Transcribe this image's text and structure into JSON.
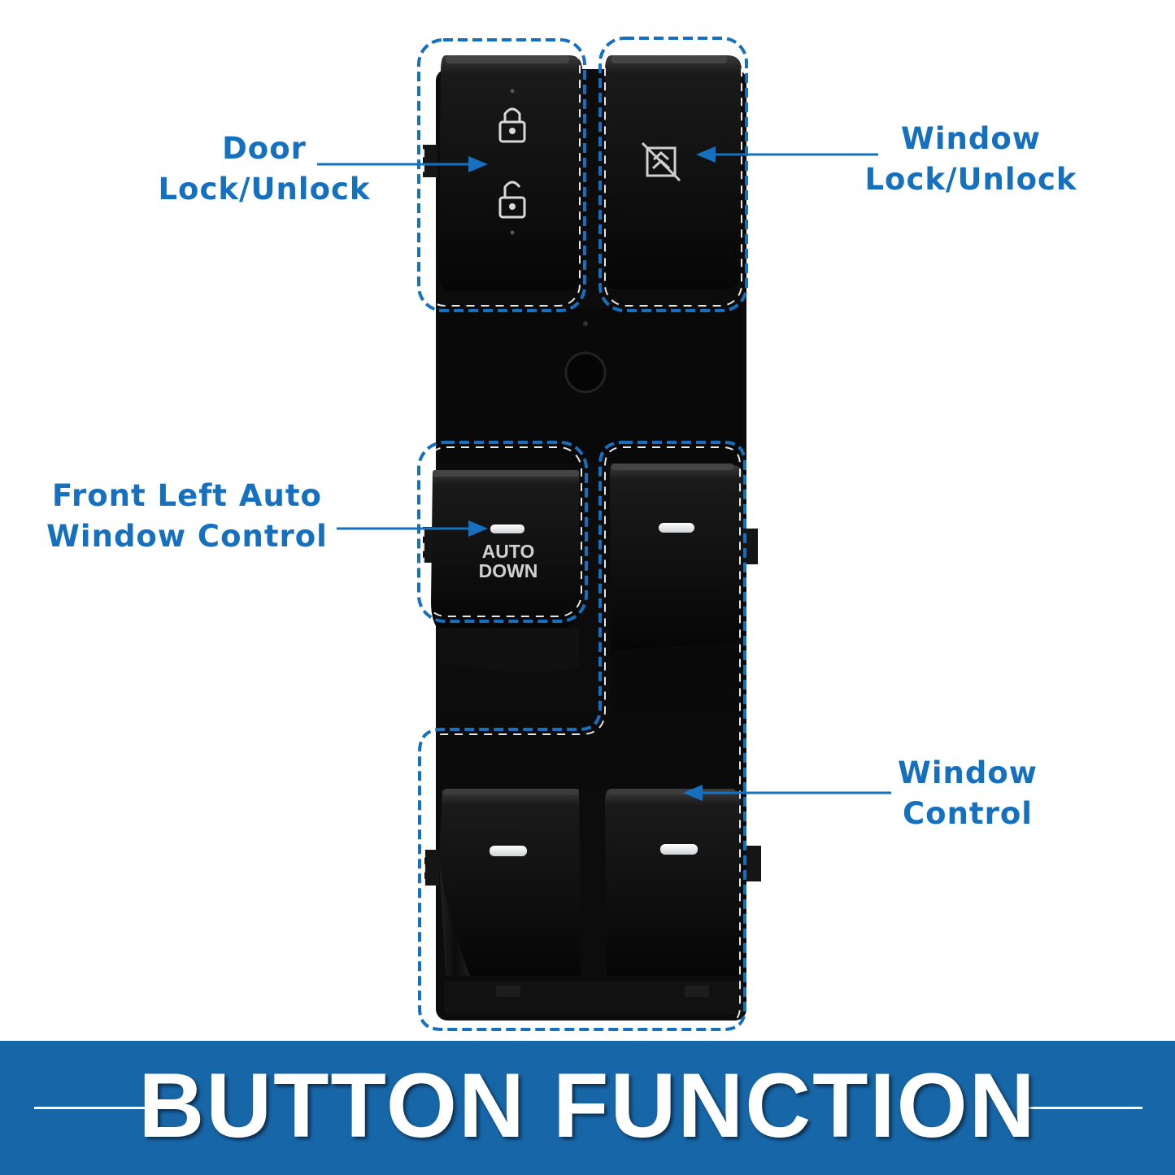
{
  "colors": {
    "accent": "#1570c0",
    "banner": "#1766a8",
    "panel": "#0d0d0d",
    "highlight": "#ffffff"
  },
  "callouts": {
    "door_lock": {
      "line1": "Door",
      "line2": "Lock/Unlock"
    },
    "window_lock": {
      "line1": "Window",
      "line2": "Lock/Unlock"
    },
    "front_left_auto": {
      "line1": "Front Left Auto",
      "line2": "Window Control"
    },
    "window_control": {
      "line1": "Window",
      "line2": "Control"
    }
  },
  "switch_panel": {
    "auto_down_label": {
      "line1": "AUTO",
      "line2": "DOWN"
    },
    "icons": [
      "lock-icon",
      "unlock-icon",
      "window-lock-icon"
    ]
  },
  "banner": {
    "title": "BUTTON FUNCTION"
  }
}
